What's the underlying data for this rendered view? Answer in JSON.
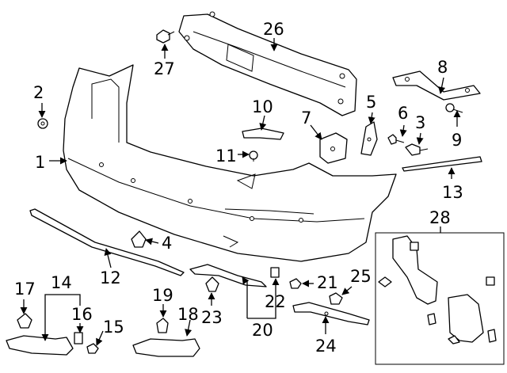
{
  "callouts": [
    {
      "n": "1"
    },
    {
      "n": "2"
    },
    {
      "n": "3"
    },
    {
      "n": "4"
    },
    {
      "n": "5"
    },
    {
      "n": "6"
    },
    {
      "n": "7"
    },
    {
      "n": "8"
    },
    {
      "n": "9"
    },
    {
      "n": "10"
    },
    {
      "n": "11"
    },
    {
      "n": "12"
    },
    {
      "n": "13"
    },
    {
      "n": "14"
    },
    {
      "n": "15"
    },
    {
      "n": "16"
    },
    {
      "n": "17"
    },
    {
      "n": "18"
    },
    {
      "n": "19"
    },
    {
      "n": "20"
    },
    {
      "n": "21"
    },
    {
      "n": "22"
    },
    {
      "n": "23"
    },
    {
      "n": "24"
    },
    {
      "n": "25"
    },
    {
      "n": "26"
    },
    {
      "n": "27"
    },
    {
      "n": "28"
    }
  ]
}
